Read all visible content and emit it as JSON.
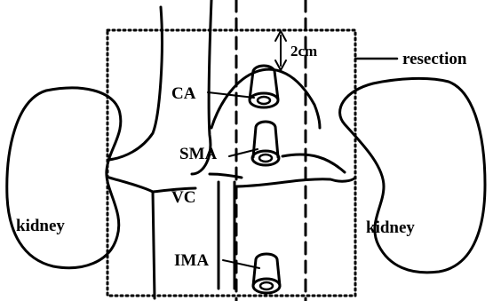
{
  "labels": {
    "resection": "resection",
    "distance": "2cm",
    "ca": "CA",
    "sma": "SMA",
    "vc": "VC",
    "ima": "IMA",
    "kidney_left": "kidney",
    "kidney_right": "kidney"
  },
  "colors": {
    "ink": "#000000",
    "background": "#ffffff"
  }
}
